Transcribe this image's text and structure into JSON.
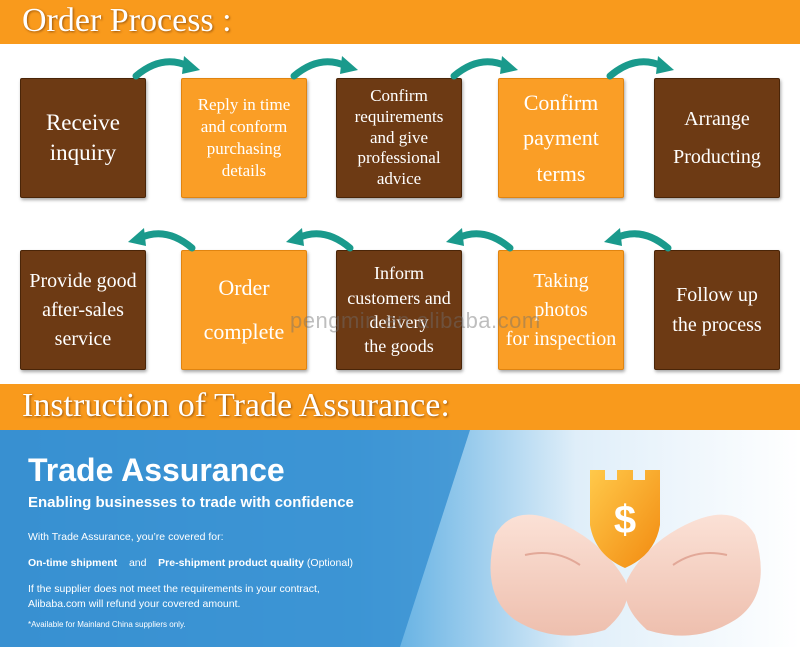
{
  "order_process": {
    "heading": "Order Process :",
    "row1": [
      {
        "label": "Receive\ninquiry",
        "color": "brown"
      },
      {
        "label": "Reply in time\nand conform\npurchasing\ndetails",
        "color": "orange"
      },
      {
        "label": "Confirm\nrequirements\nand give\nprofessional\nadvice",
        "color": "brown"
      },
      {
        "label": "Confirm\npayment\nterms",
        "color": "orange"
      },
      {
        "label": "Arrange\nProducting",
        "color": "brown"
      }
    ],
    "row2": [
      {
        "label": "Provide good\nafter-sales\nservice",
        "color": "brown"
      },
      {
        "label": "Order\ncomplete",
        "color": "orange"
      },
      {
        "label": "Inform\ncustomers and\ndelivery\nthe goods",
        "color": "brown"
      },
      {
        "label": "Taking\nphotos\nfor inspection",
        "color": "orange"
      },
      {
        "label": "Follow up\nthe process",
        "color": "brown"
      }
    ],
    "watermark": "pengmin.en.alibaba.com"
  },
  "trade_assurance": {
    "heading": "Instruction of Trade Assurance:",
    "title": "Trade Assurance",
    "subtitle": "Enabling businesses to trade with confidence",
    "covered_intro": "With Trade Assurance, you’re covered for:",
    "item1": "On-time shipment",
    "and_text": "and",
    "item2": "Pre-shipment product quality",
    "optional": "(Optional)",
    "refund_text": "If the supplier does not meet the requirements in your contract, Alibaba.com will refund your covered amount.",
    "footnote": "*Available for Mainland China suppliers only.",
    "shield_symbol": "$"
  },
  "colors": {
    "banner": "#f99a1c",
    "brown_box": "#6d3a14",
    "orange_box": "#fa9e26",
    "arrow": "#1a9a8c",
    "trade_blue": "#3a92d2"
  }
}
